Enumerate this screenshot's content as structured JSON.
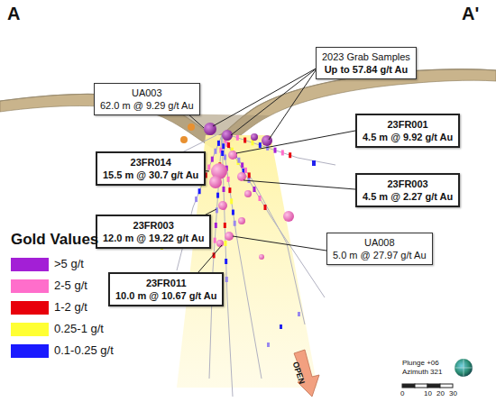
{
  "diagram": {
    "nodes": [
      {
        "text": [
          "UA003",
          "62.0 m @ 9.29 g/t Au"
        ]
      },
      {
        "text": [
          "2023 Grab Samples",
          "Up to 57.84 g/t Au"
        ]
      },
      {
        "text": [
          "23FR001",
          "4.5 m @ 9.92 g/t Au"
        ]
      },
      {
        "text": [
          "23FR014",
          "15.5 m @ 30.7 g/t Au"
        ]
      },
      {
        "text": [
          "23FR003",
          "4.5 m @ 2.27 g/t Au"
        ]
      },
      {
        "text": [
          "23FR003",
          "12.0 m @ 19.22 g/t Au"
        ]
      },
      {
        "text": [
          "UA008",
          "5.0 m @ 27.97 g/t Au"
        ]
      },
      {
        "text": [
          "23FR011",
          "10.0 m @ 10.67 g/t Au"
        ]
      }
    ],
    "labels": [
      "A",
      "A'",
      "Gold Values",
      "OPEN",
      "Plunge +06",
      "Azimuth 321",
      "0",
      "10",
      "20",
      "30"
    ],
    "legend": [
      {
        "text": ">5 g/t",
        "color": "#a31fd6"
      },
      {
        "text": "2-5 g/t",
        "color": "#ff6ecb"
      },
      {
        "text": "1-2 g/t",
        "color": "#e8000b"
      },
      {
        "text": "0.25-1 g/t",
        "color": "#ffff33"
      },
      {
        "text": "0.1-0.25 g/t",
        "color": "#1a1aff"
      }
    ]
  }
}
